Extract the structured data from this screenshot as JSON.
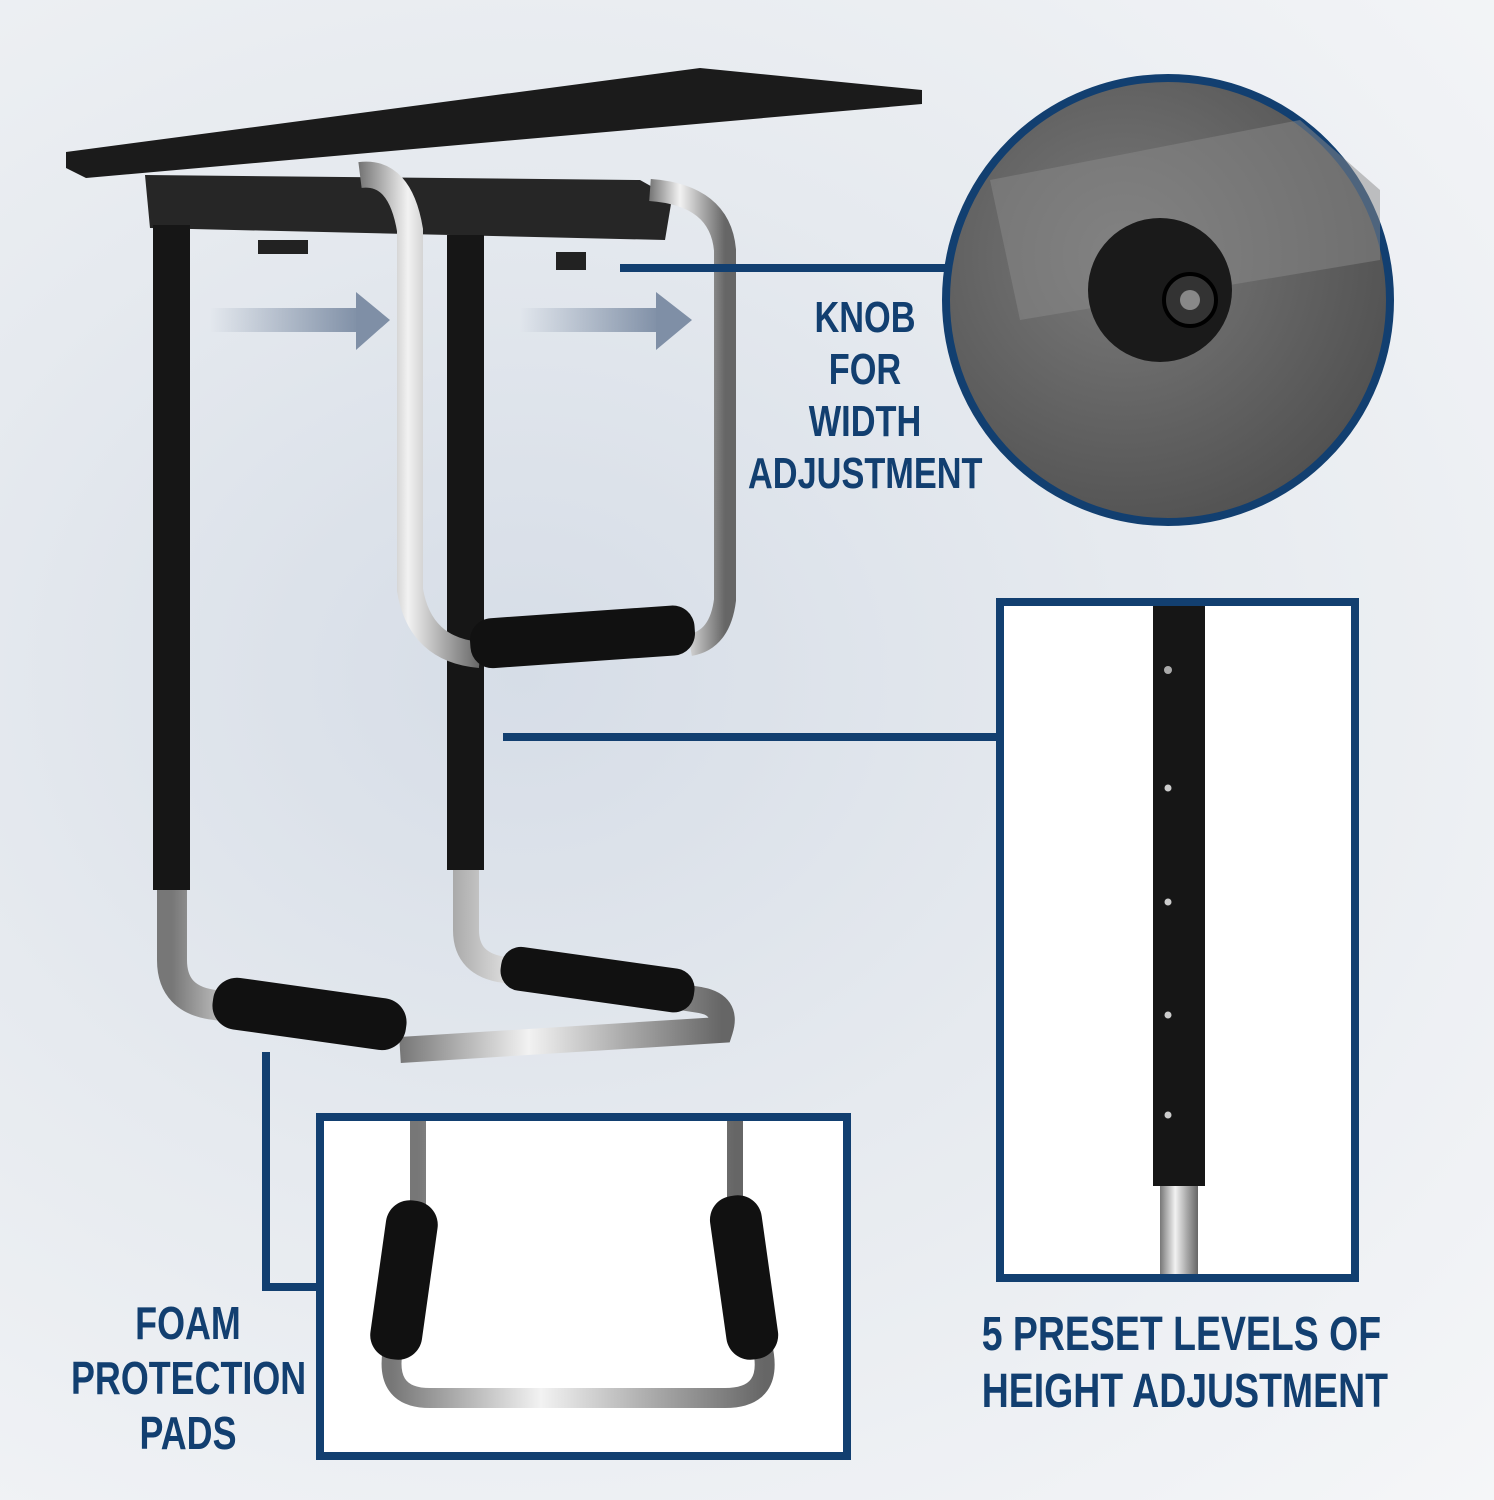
{
  "callouts": {
    "knob": {
      "lines": [
        "KNOB",
        "FOR",
        "WIDTH",
        "ADJUSTMENT"
      ]
    },
    "foam": {
      "lines": [
        "FOAM",
        "PROTECTION",
        "PADS"
      ]
    },
    "height": {
      "lines": [
        "5 PRESET LEVELS OF",
        "HEIGHT ADJUSTMENT"
      ]
    }
  },
  "colors": {
    "accent_navy": "#123f70",
    "frame_black": "#1a1a1a",
    "chrome": "#c8c8c8",
    "arrow": "#7f8fa6"
  }
}
